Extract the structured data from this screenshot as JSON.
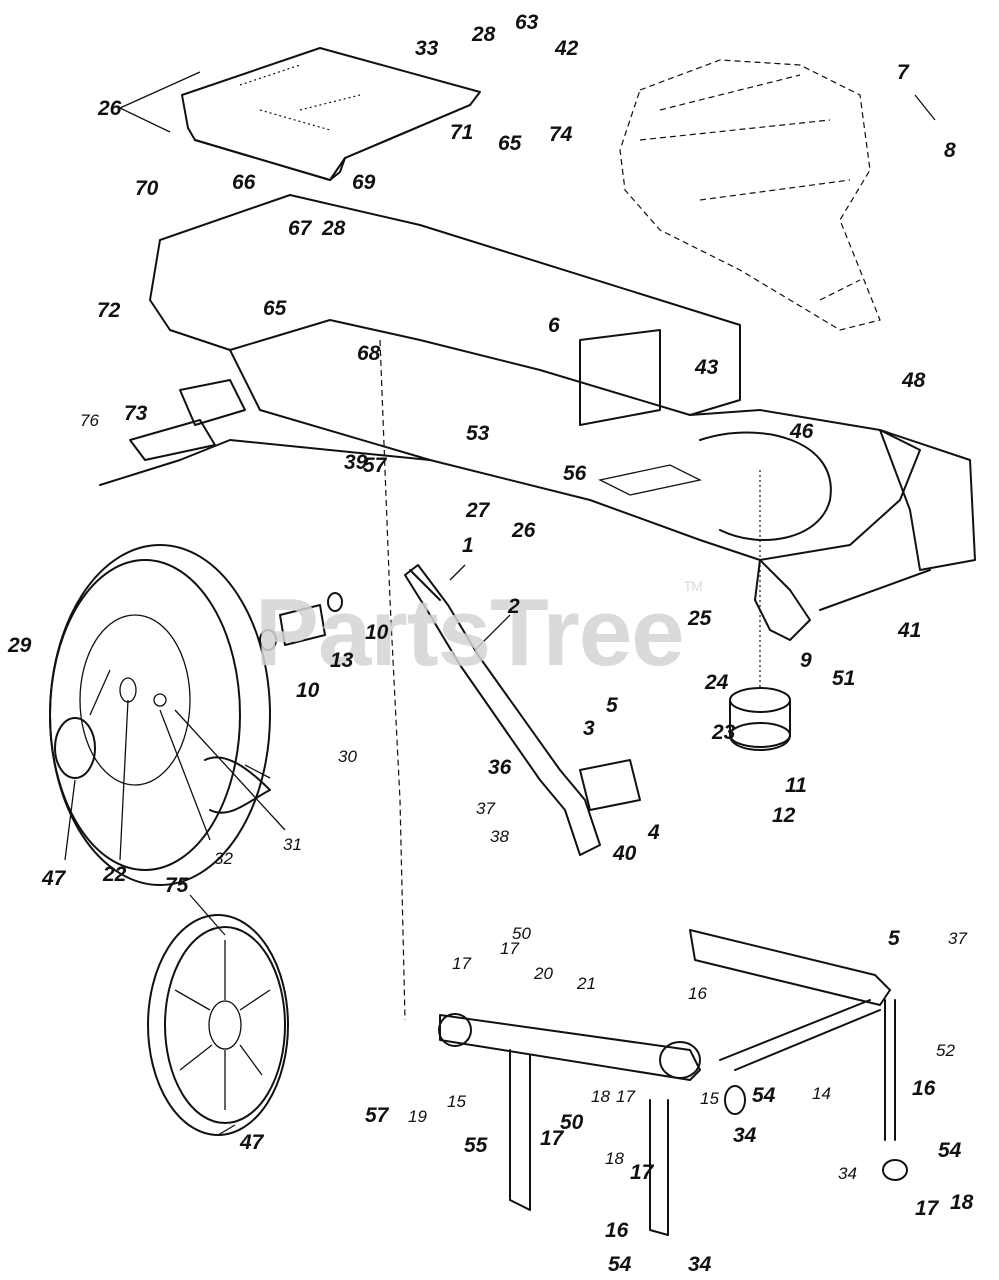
{
  "watermark": {
    "text": "PartsTree",
    "mark": "TM"
  },
  "callouts": {
    "c1": "1",
    "c2": "2",
    "c3": "3",
    "c4": "4",
    "c5a": "5",
    "c5b": "5",
    "c6": "6",
    "c7": "7",
    "c8": "8",
    "c9": "9",
    "c10a": "10",
    "c10b": "10",
    "c11": "11",
    "c12": "12",
    "c13": "13",
    "c14": "14",
    "c15a": "15",
    "c15b": "15",
    "c16a": "16",
    "c16b": "16",
    "c16c": "16",
    "c17a": "17",
    "c17b": "17",
    "c17c": "17",
    "c17d": "17",
    "c17e": "17",
    "c17f": "17",
    "c18a": "18",
    "c18b": "18",
    "c18c": "18",
    "c19": "19",
    "c20": "20",
    "c21": "21",
    "c22": "22",
    "c23": "23",
    "c24": "24",
    "c25": "25",
    "c26a": "26",
    "c26b": "26",
    "c27": "27",
    "c28a": "28",
    "c28b": "28",
    "c29": "29",
    "c30": "30",
    "c31": "31",
    "c32": "32",
    "c33": "33",
    "c34a": "34",
    "c34b": "34",
    "c34c": "34",
    "c36": "36",
    "c37a": "37",
    "c37b": "37",
    "c38": "38",
    "c39": "39",
    "c40": "40",
    "c41": "41",
    "c42": "42",
    "c43": "43",
    "c46": "46",
    "c47a": "47",
    "c47b": "47",
    "c48": "48",
    "c50a": "50",
    "c50b": "50",
    "c51": "51",
    "c52": "52",
    "c53": "53",
    "c54a": "54",
    "c54b": "54",
    "c54c": "54",
    "c55": "55",
    "c56": "56",
    "c57a": "57",
    "c57b": "57",
    "c63": "63",
    "c65a": "65",
    "c65b": "65",
    "c66": "66",
    "c67": "67",
    "c68": "68",
    "c69": "69",
    "c70": "70",
    "c71": "71",
    "c72": "72",
    "c73": "73",
    "c74": "74",
    "c75": "75",
    "c76": "76"
  }
}
